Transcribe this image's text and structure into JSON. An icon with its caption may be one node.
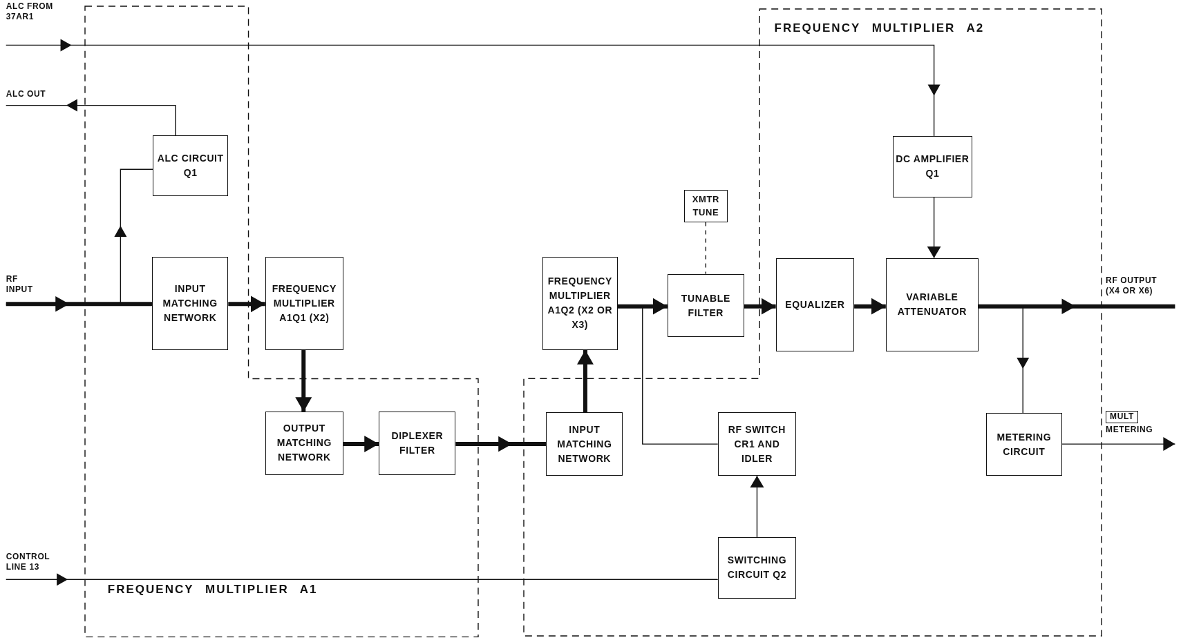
{
  "diagram": {
    "nodes": [
      {
        "text": [
          "FREQUENCY MULTIPLIER A1"
        ]
      },
      {
        "text": [
          "FREQUENCY MULTIPLIER A2"
        ]
      },
      {
        "text": [
          "ALC FROM 37AR1"
        ]
      },
      {
        "text": [
          "ALC OUT"
        ]
      },
      {
        "text": [
          "RF INPUT"
        ]
      },
      {
        "text": [
          "CONTROL LINE 13"
        ]
      },
      {
        "text": [
          "ALC CIRCUIT Q1"
        ],
        "in": 0
      },
      {
        "text": [
          "INPUT MATCHING NETWORK"
        ],
        "in": 0
      },
      {
        "text": [
          "FREQUENCY MULTIPLIER A1Q1 (X2)"
        ]
      },
      {
        "text": [
          "OUTPUT MATCHING NETWORK"
        ],
        "in": 0
      },
      {
        "text": [
          "DIPLEXER FILTER"
        ],
        "in": 0
      },
      {
        "text": [
          "XMTR TUNE"
        ]
      },
      {
        "text": [
          "FREQUENCY MULTIPLIER A1Q2 (X2 OR X3)"
        ]
      },
      {
        "text": [
          "TUNABLE FILTER"
        ]
      },
      {
        "text": [
          "INPUT MATCHING NETWORK"
        ],
        "in": 1
      },
      {
        "text": [
          "RF SWITCH CR1 AND IDLER"
        ],
        "in": 1
      },
      {
        "text": [
          "SWITCHING CIRCUIT Q2"
        ],
        "in": 1
      },
      {
        "text": [
          "DC AMPLIFIER Q1"
        ],
        "in": 1
      },
      {
        "text": [
          "EQUALIZER"
        ],
        "in": 1
      },
      {
        "text": [
          "VARIABLE ATTENUATOR"
        ],
        "in": 1
      },
      {
        "text": [
          "METERING CIRCUIT"
        ],
        "in": 1
      },
      {
        "text": [
          "RF OUTPUT (X4 OR X6)"
        ]
      },
      {
        "text": [
          "MULT",
          "METERING"
        ]
      }
    ],
    "edges": [
      {
        "from": 2,
        "to": 17,
        "arrow": "to"
      },
      {
        "from": 6,
        "to": 3,
        "arrow": "to"
      },
      {
        "from": 4,
        "to": 7,
        "arrow": "to",
        "style": "thick"
      },
      {
        "from": 4,
        "to": 6,
        "arrow": "to"
      },
      {
        "from": 7,
        "to": 8,
        "arrow": "to",
        "style": "thick"
      },
      {
        "from": 8,
        "to": 9,
        "arrow": "to",
        "style": "thick"
      },
      {
        "from": 9,
        "to": 10,
        "arrow": "to",
        "style": "thick"
      },
      {
        "from": 10,
        "to": 14,
        "arrow": "to",
        "style": "thick"
      },
      {
        "from": 14,
        "to": 12,
        "arrow": "to",
        "style": "thick"
      },
      {
        "from": 12,
        "to": 13,
        "arrow": "to",
        "style": "thick"
      },
      {
        "from": 12,
        "to": 15,
        "arrow": "none"
      },
      {
        "from": 11,
        "to": 13,
        "arrow": "none",
        "style": "dashed"
      },
      {
        "from": 13,
        "to": 18,
        "arrow": "to",
        "style": "thick"
      },
      {
        "from": 18,
        "to": 19,
        "arrow": "to",
        "style": "thick"
      },
      {
        "from": 17,
        "to": 19,
        "arrow": "to"
      },
      {
        "from": 19,
        "to": 21,
        "arrow": "to",
        "style": "thick"
      },
      {
        "from": 19,
        "to": 20,
        "arrow": "to"
      },
      {
        "from": 20,
        "to": 22,
        "arrow": "to"
      },
      {
        "from": 5,
        "to": 16,
        "arrow": "to"
      },
      {
        "from": 16,
        "to": 15,
        "arrow": "to"
      }
    ]
  }
}
